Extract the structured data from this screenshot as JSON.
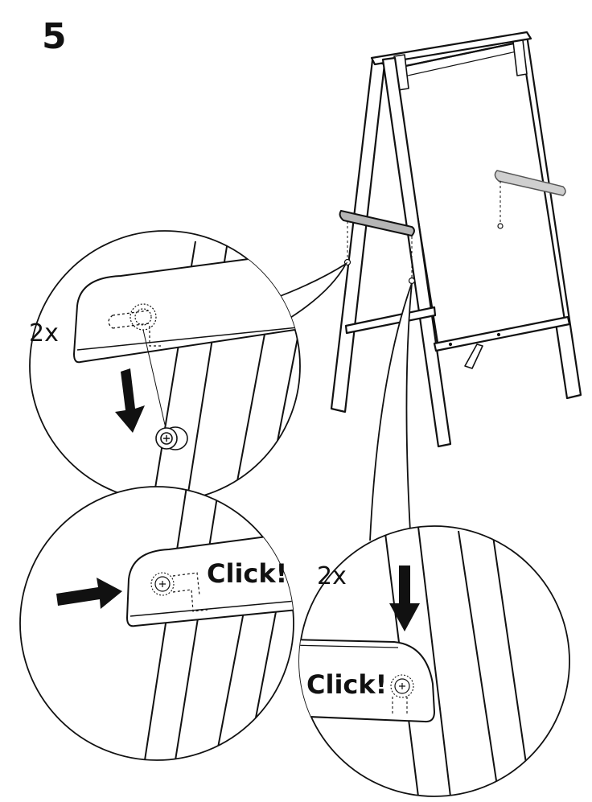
{
  "step": {
    "number": "5"
  },
  "callouts": {
    "top_left_qty": "2x",
    "bottom_right_qty": "2x",
    "click_left": "Click!",
    "click_right": "Click!"
  },
  "colors": {
    "line": "#111111",
    "shelf_fill": "#b5b5b5",
    "background": "#ffffff"
  },
  "icons": {
    "arrow_down": "arrow-down-icon",
    "arrow_right": "arrow-right-icon",
    "screw_head": "screw-head-icon",
    "dowel_knob": "dowel-icon"
  }
}
